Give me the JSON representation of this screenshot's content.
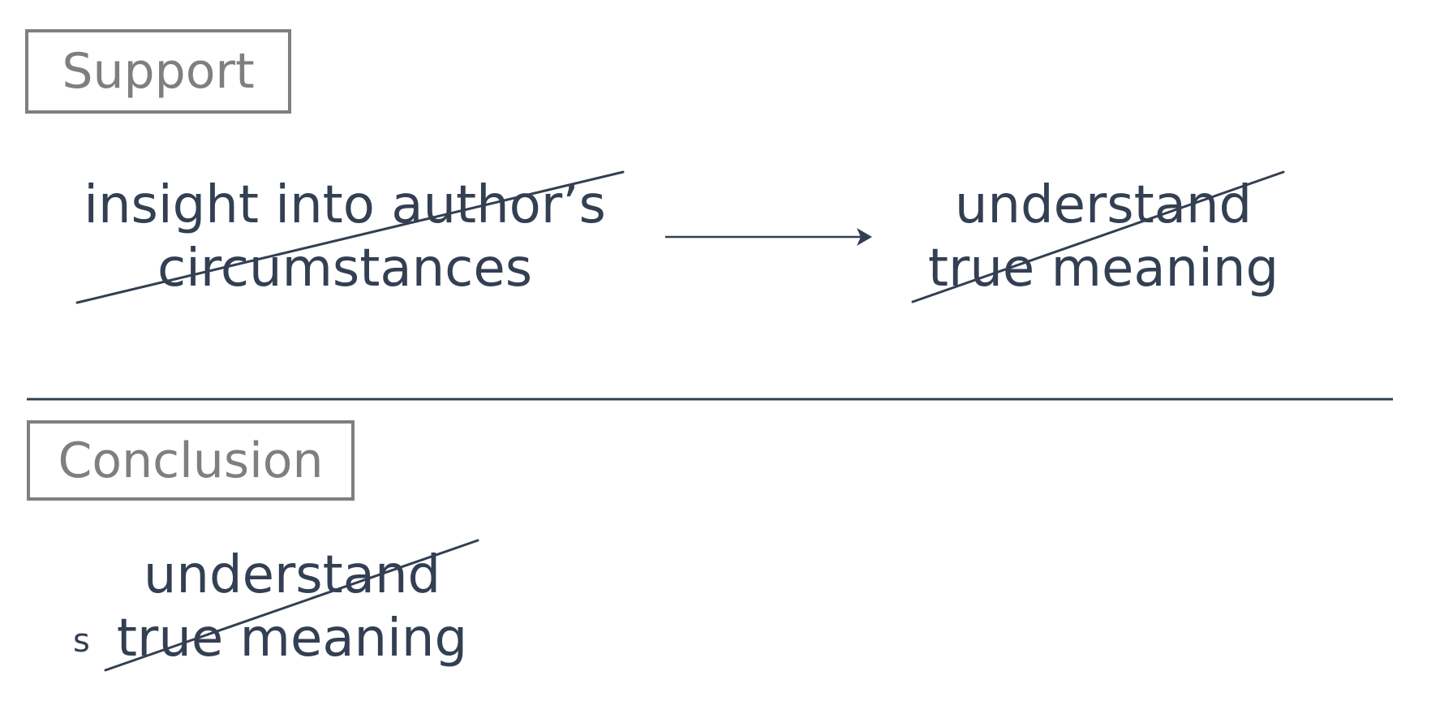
{
  "support": {
    "label": "Support",
    "premise": {
      "line1": "insight into author’s",
      "line2": "circumstances"
    },
    "result": {
      "line1": "understand",
      "line2": "true meaning"
    }
  },
  "conclusion": {
    "label": "Conclusion",
    "prefix": "s",
    "result": {
      "line1": "understand",
      "line2": "true meaning"
    }
  },
  "colors": {
    "ink": "#333f52",
    "label": "#7f7f7f",
    "background": "#ffffff"
  }
}
